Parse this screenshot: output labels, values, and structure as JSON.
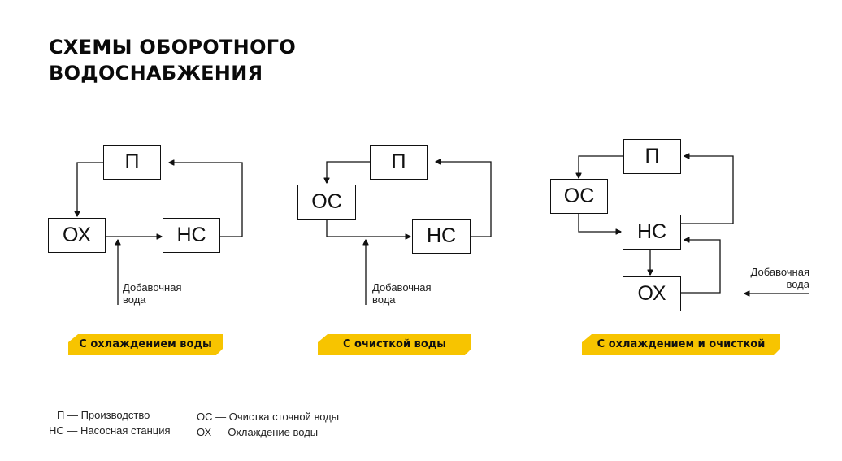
{
  "title": {
    "line1": "СХЕМЫ ОБОРОТНОГО",
    "line2": "ВОДОСНАБЖЕНИЯ"
  },
  "colors": {
    "accent": "#F7C400",
    "line": "#111111"
  },
  "diagrams": [
    {
      "nodes": {
        "p": "П",
        "ox": "ОХ",
        "hc": "НС"
      },
      "note": {
        "line1": "Добавочная",
        "line2": "вода"
      },
      "tag": "С охлаждением воды"
    },
    {
      "nodes": {
        "p": "П",
        "oc": "ОС",
        "hc": "НС"
      },
      "note": {
        "line1": "Добавочная",
        "line2": "вода"
      },
      "tag": "С очисткой воды"
    },
    {
      "nodes": {
        "p": "П",
        "oc": "ОС",
        "hc": "НС",
        "ox": "ОХ"
      },
      "note": {
        "line1": "Добавочная",
        "line2": "вода"
      },
      "tag": "С охлаждением и очисткой"
    }
  ],
  "legend": {
    "p": "П — Производство",
    "hc": "НС — Насосная станция",
    "oc": "ОС — Очистка сточной воды",
    "ox": "ОХ — Охлаждение воды"
  }
}
